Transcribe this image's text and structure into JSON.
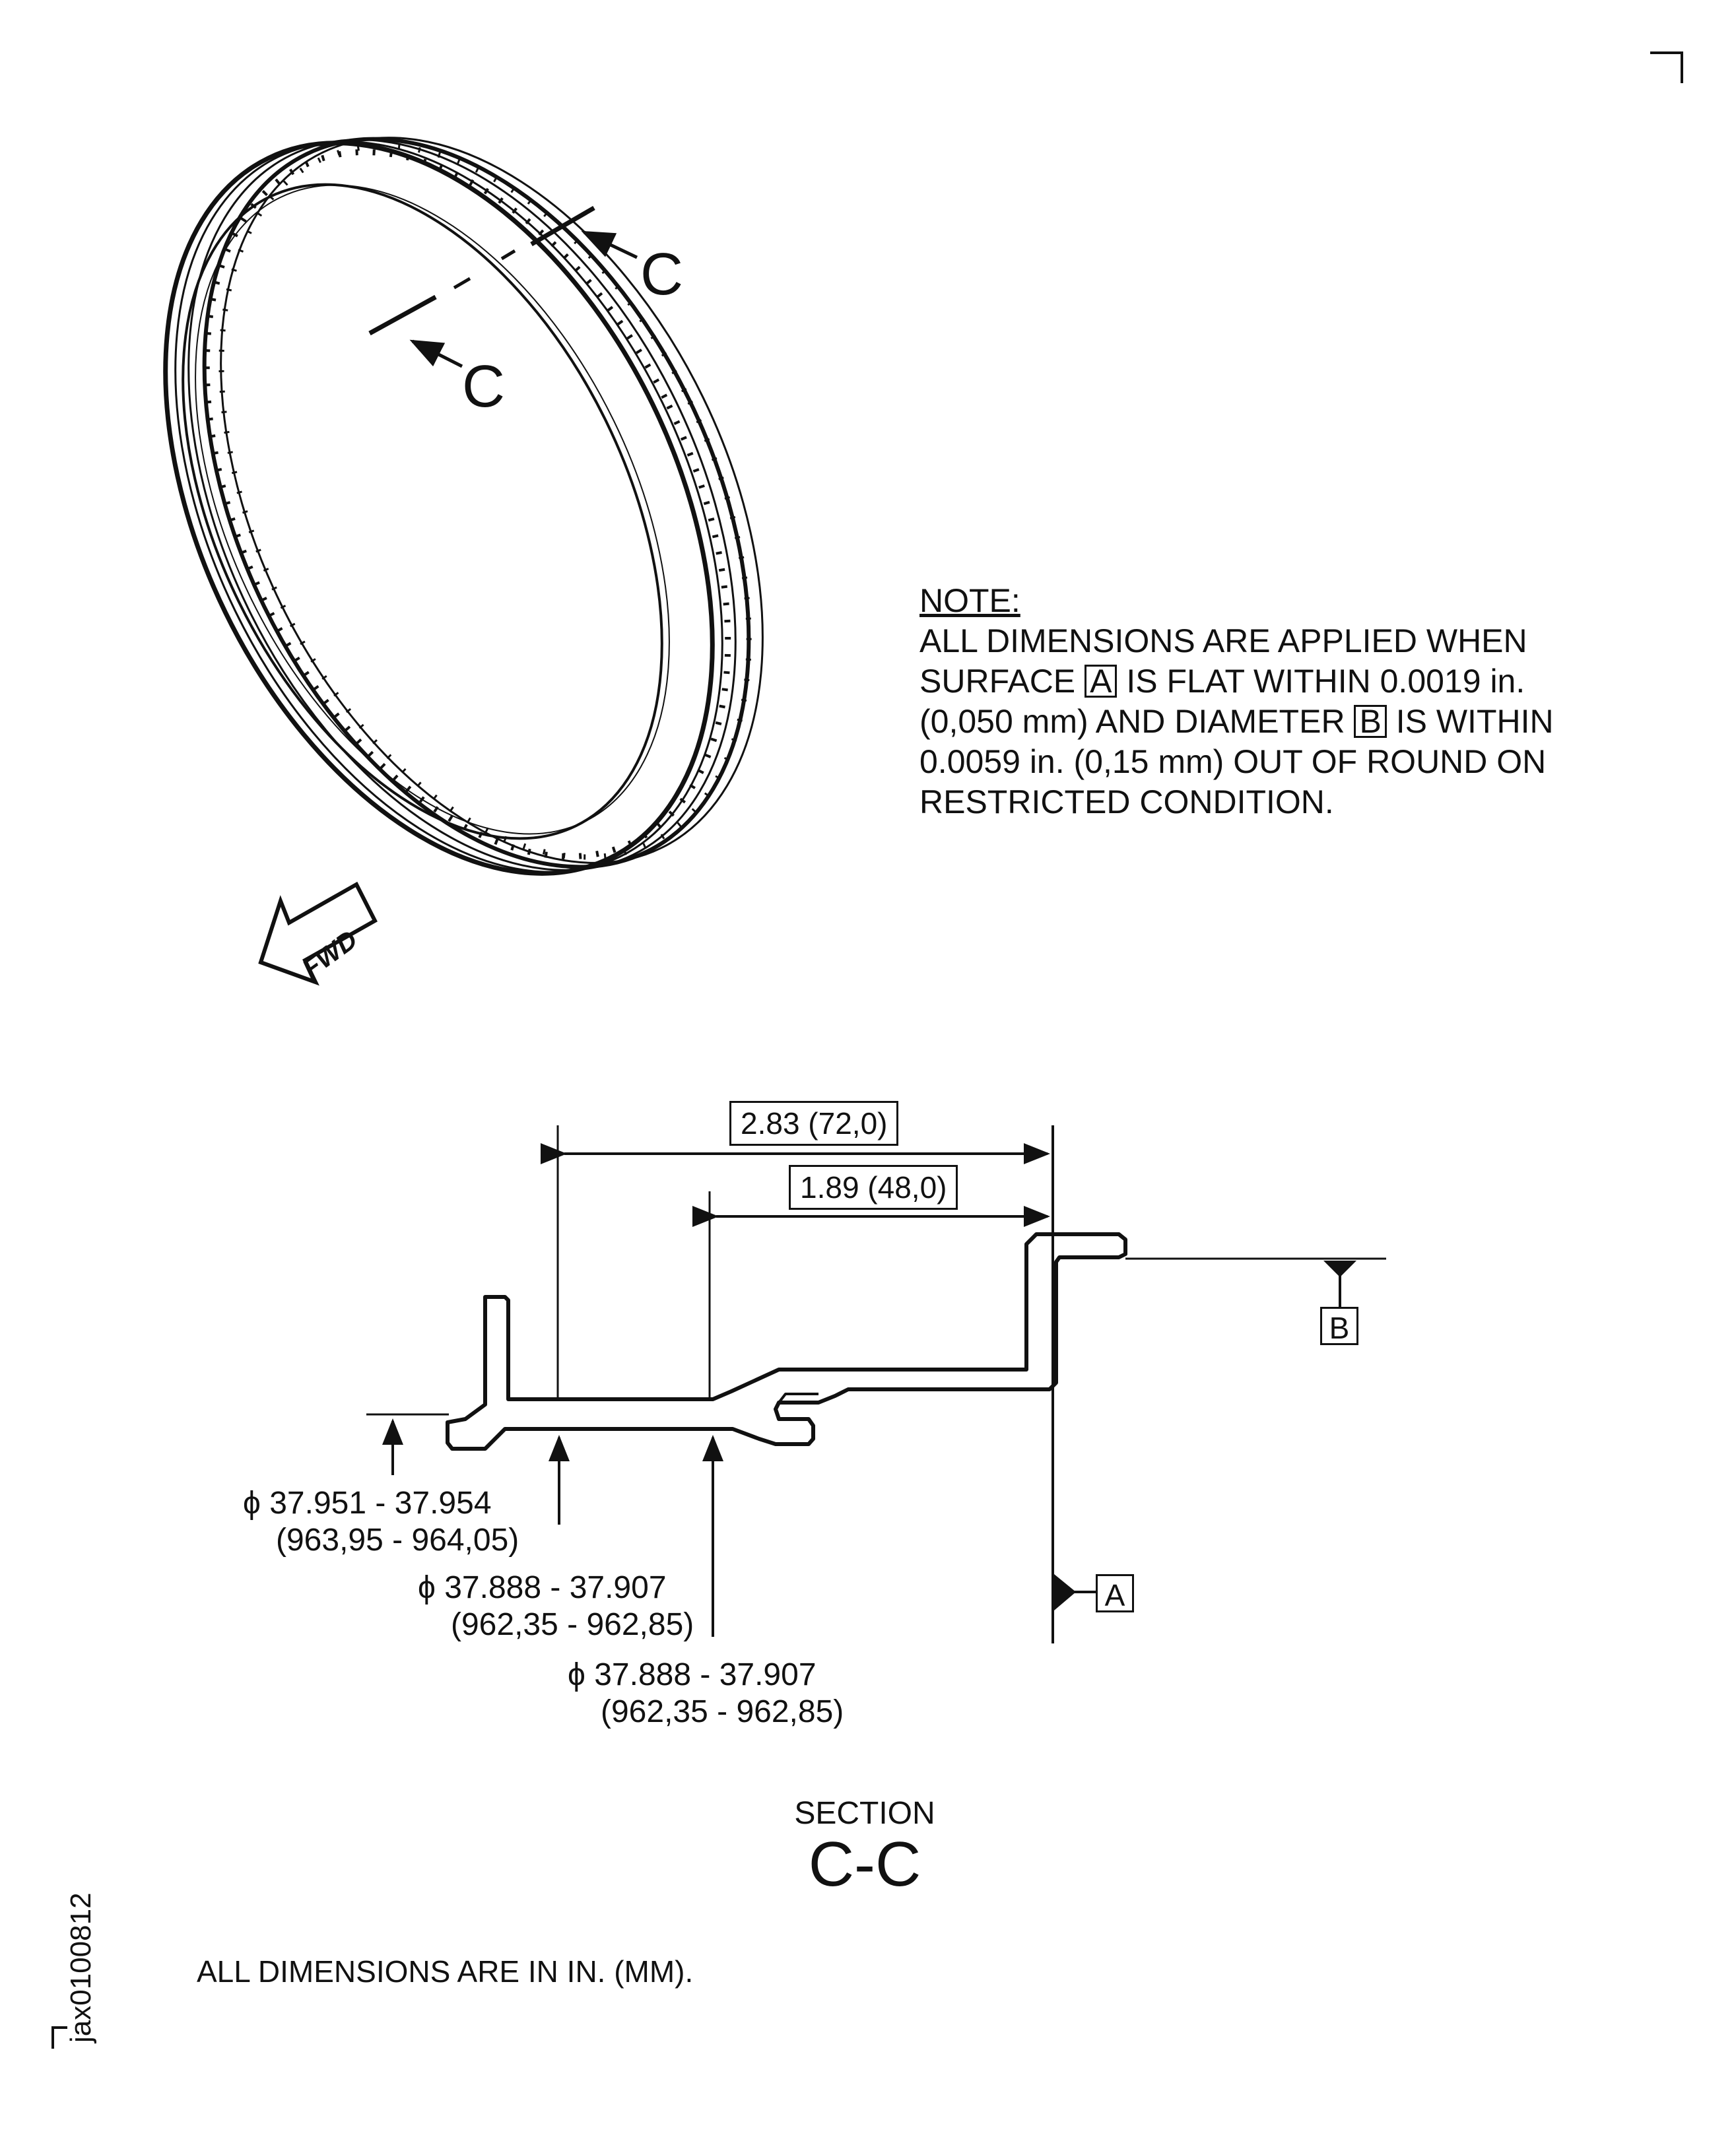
{
  "note": {
    "heading": "NOTE:",
    "line1": "ALL DIMENSIONS ARE APPLIED WHEN",
    "line2_pre": "SURFACE",
    "line2_box": "A",
    "line2_post": "IS FLAT WITHIN 0.0019 in.",
    "line3_pre": "(0,050 mm) AND DIAMETER",
    "line3_box": "B",
    "line3_post": "IS WITHIN",
    "line4": "0.0059 in. (0,15 mm) OUT OF ROUND ON",
    "line5": "RESTRICTED CONDITION."
  },
  "cut_markers": [
    "C",
    "C"
  ],
  "fwd_label": "FWD",
  "dimensions": {
    "overall": "2.83 (72,0)",
    "partial": "1.89 (48,0)",
    "diameters": [
      {
        "symbol": "ϕ",
        "inch": "37.951 - 37.954",
        "mm": "(963,95 - 964,05)"
      },
      {
        "symbol": "ϕ",
        "inch": "37.888 - 37.907",
        "mm": "(962,35 - 962,85)"
      },
      {
        "symbol": "ϕ",
        "inch": "37.888 - 37.907",
        "mm": "(962,35 - 962,85)"
      }
    ]
  },
  "datums": {
    "a": "A",
    "b": "B"
  },
  "section": {
    "label": "SECTION",
    "id": "C-C"
  },
  "footer_note": "ALL DIMENSIONS ARE IN IN. (MM).",
  "drawing_id": "jax0100812"
}
